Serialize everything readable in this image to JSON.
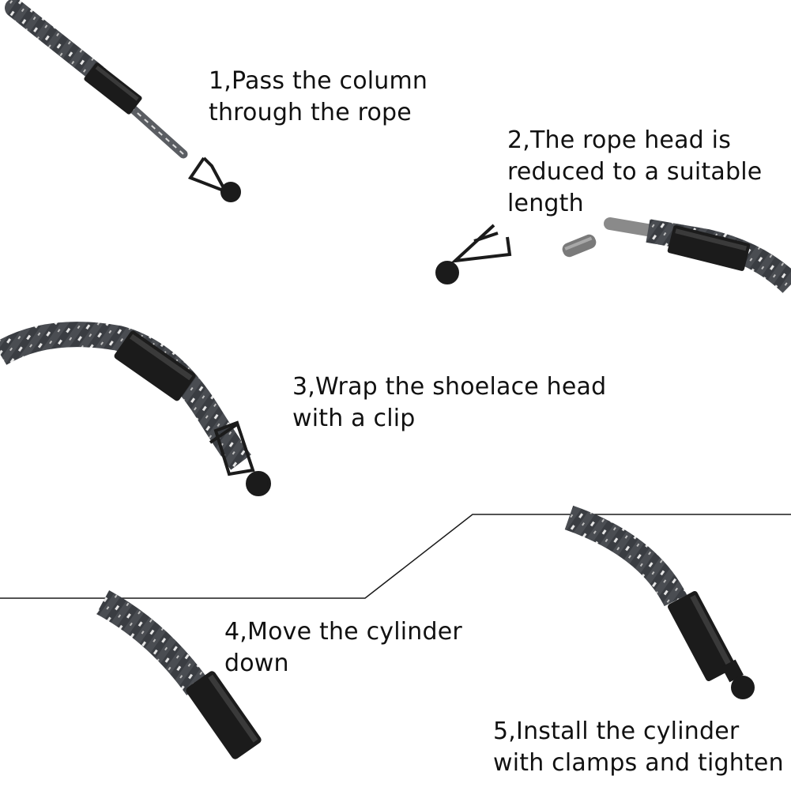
{
  "colors": {
    "rope": "#4a4d52",
    "rope_dark": "#2e3034",
    "rope_highlight": "#e6e6e6",
    "metal": "#1b1b1b",
    "background": "#ffffff",
    "text": "#111111",
    "divider": "#1a1a1a"
  },
  "steps": [
    {
      "lines": [
        "1,Pass the column",
        "through the rope"
      ]
    },
    {
      "lines": [
        "2,The rope head is",
        "reduced to a suitable",
        "length"
      ]
    },
    {
      "lines": [
        "3,Wrap the shoelace head",
        "with a clip"
      ]
    },
    {
      "lines": [
        "4,Move the cylinder",
        "down"
      ]
    },
    {
      "lines": [
        "5,Install the cylinder",
        "with clamps and tighten"
      ]
    }
  ]
}
